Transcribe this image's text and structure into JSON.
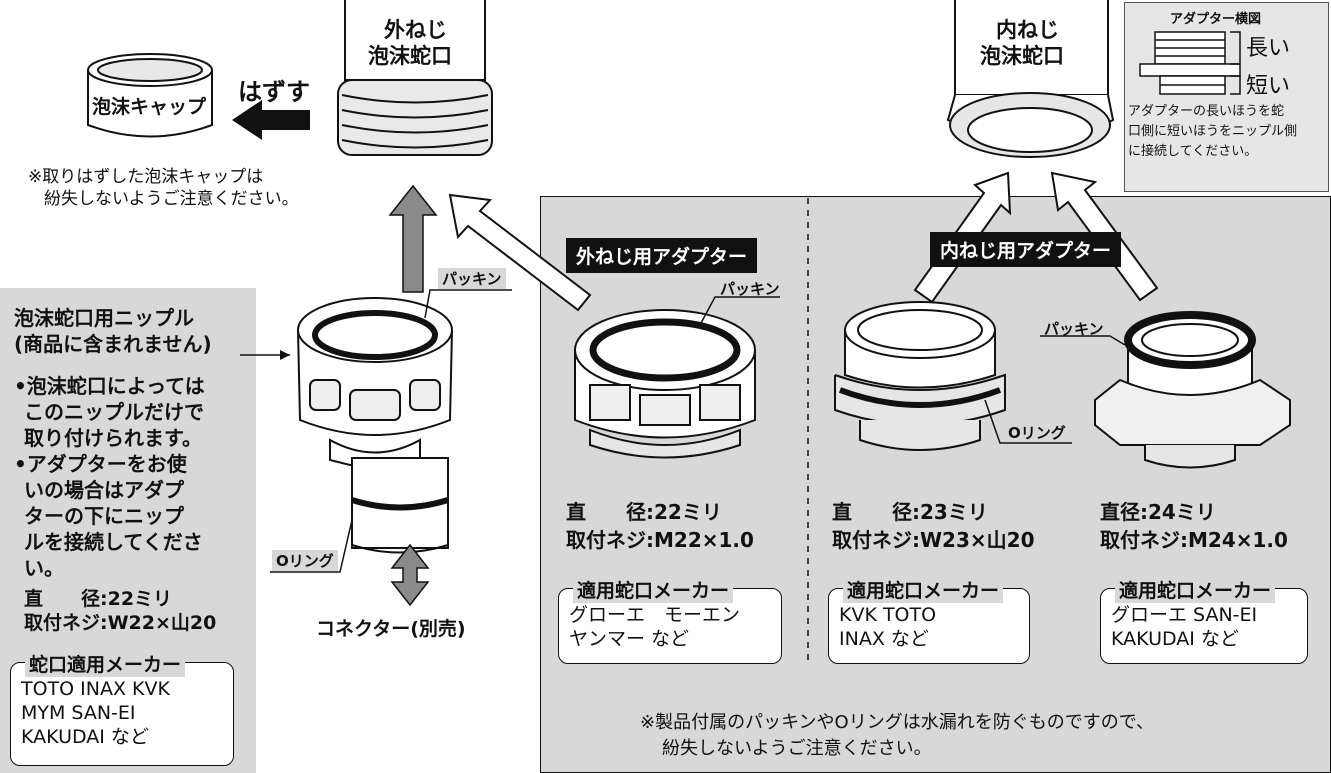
{
  "top_left": {
    "cap_label": "泡沫キャップ",
    "remove_label": "はずす",
    "note_line1": "※取りはずした泡沫キャップは",
    "note_line2": "紛失しないようご注意ください。"
  },
  "outer_faucet": {
    "line1": "外ねじ",
    "line2": "泡沫蛇口"
  },
  "inner_faucet": {
    "line1": "内ねじ",
    "line2": "泡沫蛇口"
  },
  "adapter_side_view": {
    "title": "アダプター横図",
    "long_label": "長い",
    "short_label": "短い",
    "desc1": "アダプターの長いほうを蛇",
    "desc2": "口側に短いほうをニップル側",
    "desc3": "に接続してください。"
  },
  "nipple_panel": {
    "title1": "泡沫蛇口用ニップル",
    "title2": "(商品に含まれません)",
    "b1_1": "•泡沫蛇口によっては",
    "b1_2": "このニップルだけで",
    "b1_3": "取り付けられます。",
    "b2_1": "•アダプターをお使",
    "b2_2": "いの場合はアダプ",
    "b2_3": "ターの下にニップ",
    "b2_4": "ルを接続してくださ",
    "b2_5": "い。",
    "spec1": "直　　径:22ミリ",
    "spec2": "取付ネジ:W22×山20",
    "maker_title": "蛇口適用メーカー",
    "maker1": "TOTO  INAX  KVK",
    "maker2": "MYM  SAN-EI",
    "maker3": "KAKUDAI など"
  },
  "center": {
    "packing_label": "パッキン",
    "oring_label": "Oリング",
    "connector_label": "コネクター(別売)"
  },
  "outer_adapter": {
    "title": "外ねじ用アダプター",
    "packing_label": "パッキン",
    "spec1": "直　　径:22ミリ",
    "spec2": "取付ネジ:M22×1.0",
    "maker_title": "適用蛇口メーカー",
    "maker1": "グローエ　モーエン",
    "maker2": "ヤンマー など"
  },
  "inner_adapter": {
    "title": "内ねじ用アダプター",
    "packing_label": "パッキン",
    "oring_label": "Oリング",
    "a_spec1": "直　　径:23ミリ",
    "a_spec2": "取付ネジ:W23×山20",
    "a_maker_title": "適用蛇口メーカー",
    "a_maker1": "KVK  TOTO",
    "a_maker2": "INAX など",
    "b_spec1": "直径:24ミリ",
    "b_spec2": "取付ネジ:M24×1.0",
    "b_maker_title": "適用蛇口メーカー",
    "b_maker1": "グローエ SAN-EI",
    "b_maker2": "KAKUDAI など"
  },
  "bottom_note": {
    "line1": "※製品付属のパッキンやOリングは水漏れを防ぐものですので、",
    "line2": "紛失しないようご注意ください。"
  }
}
